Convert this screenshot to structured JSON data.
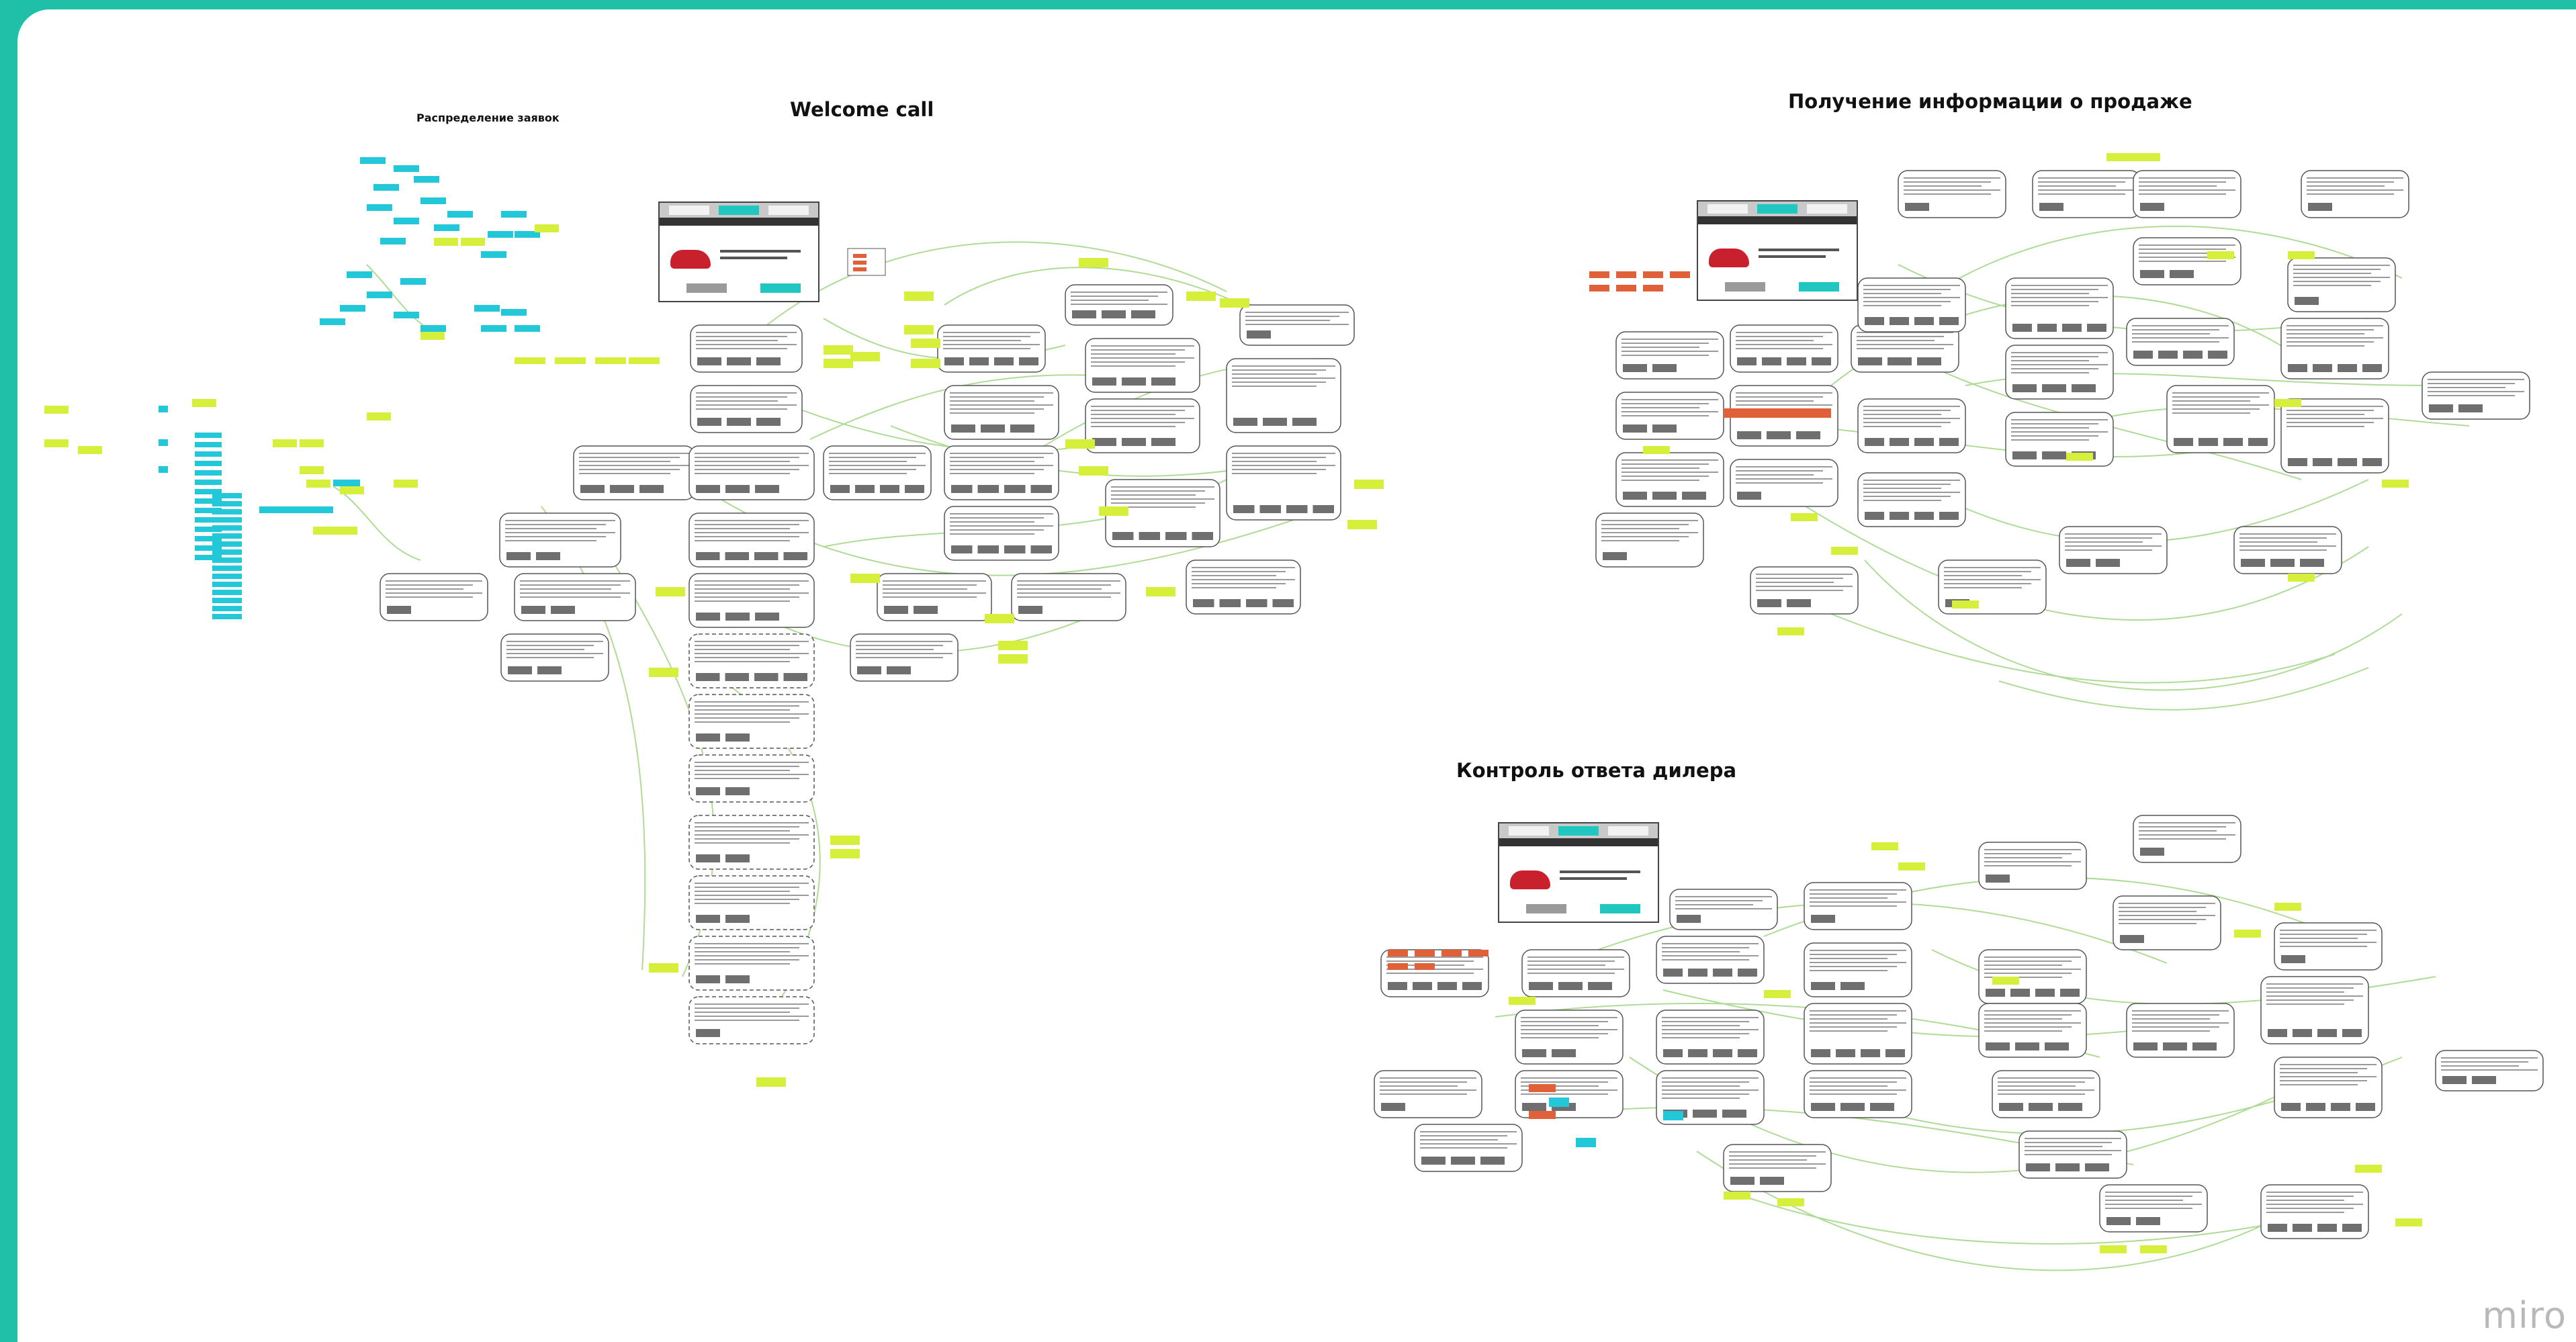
{
  "board": {
    "sections": {
      "distribution": "Распределение заявок",
      "welcome": "Welcome call",
      "sale": "Получение информации о продаже",
      "dealer": "Контроль ответа дилера"
    },
    "watermark": "miro"
  },
  "colors": {
    "frame": "#1fbfa8",
    "connector": "#a6d88a",
    "sticky": "#d6ef3a",
    "node_cyan": "#22c8d8",
    "node_gray": "#6f6f6f",
    "node_red": "#e0603a",
    "car_red": "#c8202c"
  }
}
